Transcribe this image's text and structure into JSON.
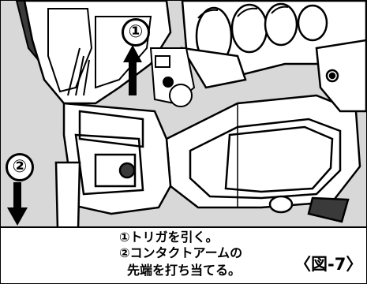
{
  "figure": {
    "step_1": "①",
    "step_2": "②",
    "callouts": [
      "①トリガを引く。",
      "②コンタクトアームの",
      "先端を打ち当てる。"
    ],
    "figure_number": "〈図-7〉"
  },
  "colors": {
    "background": "#d8d8d8",
    "line": "#000000",
    "fill": "#ffffff"
  },
  "icons": {
    "trigger_arrow": "arrow-up-icon",
    "contact_arrow": "arrow-down-icon"
  }
}
